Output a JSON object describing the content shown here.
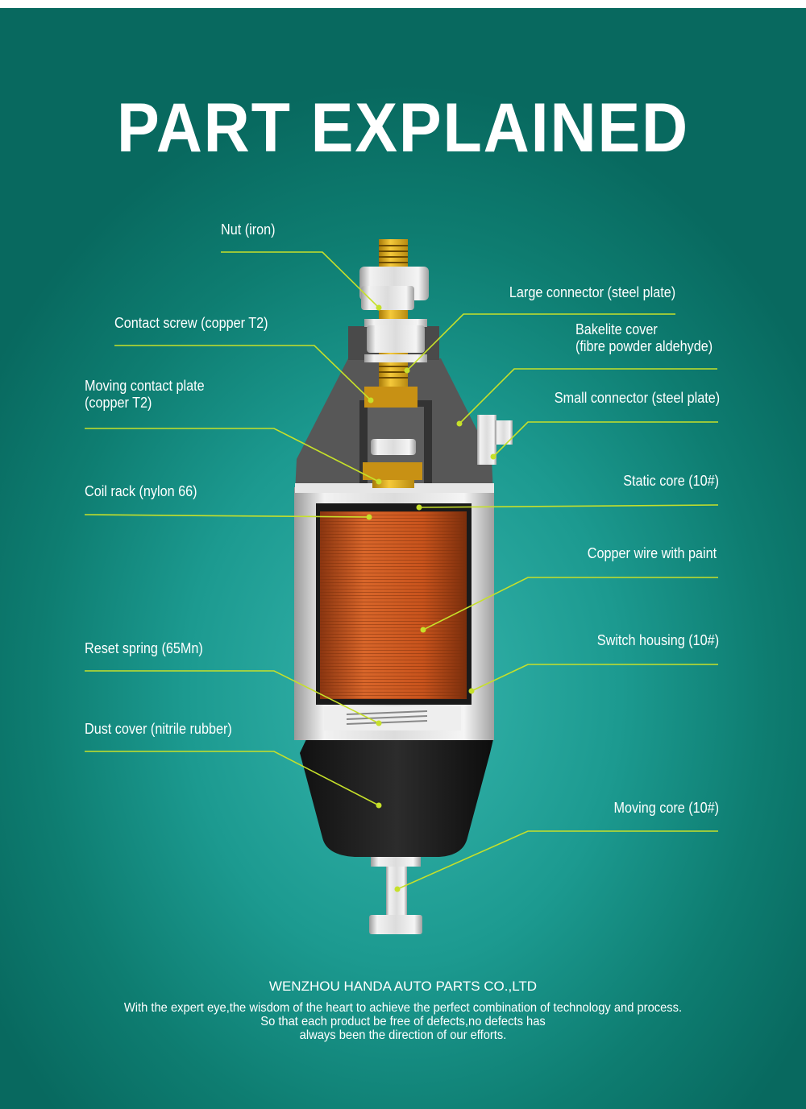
{
  "title": "PART EXPLAINED",
  "labels_left": [
    {
      "id": "nut",
      "lines": [
        "Nut (iron)"
      ]
    },
    {
      "id": "contact-screw",
      "lines": [
        "Contact screw (copper T2)"
      ]
    },
    {
      "id": "moving-contact-plate",
      "lines": [
        "Moving contact plate",
        "(copper T2)"
      ]
    },
    {
      "id": "coil-rack",
      "lines": [
        "Coil rack (nylon 66)"
      ]
    },
    {
      "id": "reset-spring",
      "lines": [
        "Reset spring (65Mn)"
      ]
    },
    {
      "id": "dust-cover",
      "lines": [
        "Dust cover (nitrile rubber)"
      ]
    }
  ],
  "labels_right": [
    {
      "id": "large-connector",
      "lines": [
        "Large connector (steel plate)"
      ]
    },
    {
      "id": "bakelite-cover",
      "lines": [
        "Bakelite cover",
        "(fibre powder aldehyde)"
      ]
    },
    {
      "id": "small-connector",
      "lines": [
        "Small connector (steel plate)"
      ]
    },
    {
      "id": "static-core",
      "lines": [
        "Static core (10#)"
      ]
    },
    {
      "id": "copper-wire",
      "lines": [
        "Copper wire with paint"
      ]
    },
    {
      "id": "switch-housing",
      "lines": [
        "Switch housing (10#)"
      ]
    },
    {
      "id": "moving-core",
      "lines": [
        "Moving core (10#)"
      ]
    }
  ],
  "footer": {
    "company": "WENZHOU HANDA AUTO PARTS CO.,LTD",
    "slogan": [
      "With the expert eye,the wisdom of the heart to achieve the perfect combination of technology and process.",
      "So that each product be free of defects,no defects has",
      "always been the direction of our efforts."
    ]
  },
  "colors": {
    "leader": "#c6e02a",
    "coil": "#c8531c",
    "bakelite": "#555555",
    "housing": "#d8d8d8",
    "brass": "#d9a318"
  }
}
